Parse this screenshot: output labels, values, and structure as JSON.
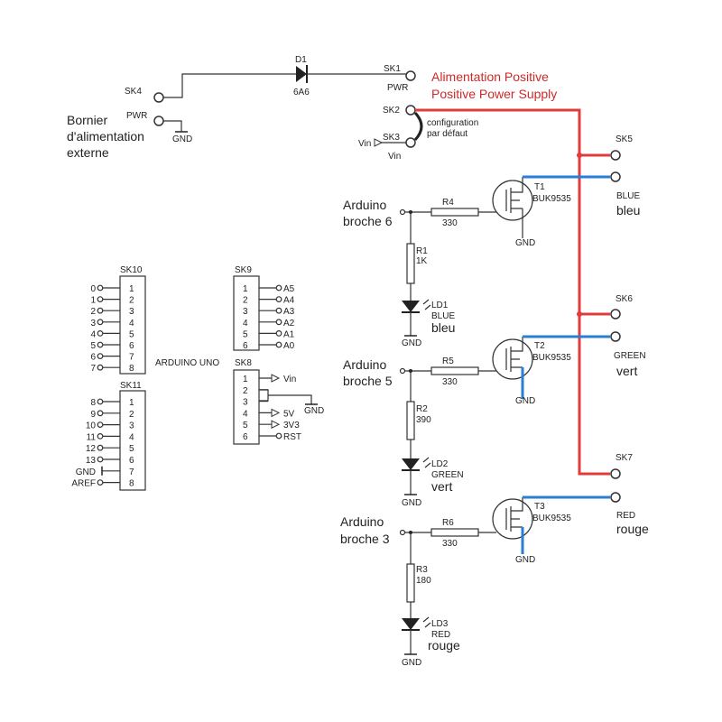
{
  "power": {
    "sk4": "SK4",
    "sk4_pwr": "PWR",
    "sk4_gnd": "GND",
    "bornier": [
      "Bornier",
      "d'alimentation",
      "externe"
    ],
    "d1": "D1",
    "d1_value": "6A6",
    "sk1": "SK1",
    "sk1_pwr": "PWR",
    "supply": [
      "Alimentation Positive",
      "Positive Power Supply"
    ],
    "sk2": "SK2",
    "sk3": "SK3",
    "config": [
      "configuration",
      "par défaut"
    ],
    "vin_left": "Vin",
    "vin_right": "Vin"
  },
  "channels": [
    {
      "arduino": [
        "Arduino",
        "broche 6"
      ],
      "rgate": "R4",
      "rgate_value": "330",
      "rled": "R1",
      "rled_value": "1K",
      "led": "LD1",
      "led_color_en": "BLUE",
      "led_color_fr": "bleu",
      "fet": "T1",
      "fet_part": "BUK9535",
      "fet_gnd": "GND",
      "sk": "SK5",
      "sk_color_en": "BLUE",
      "sk_color_fr": "bleu",
      "led_gnd": "GND",
      "wire_color": "#2a7ed4"
    },
    {
      "arduino": [
        "Arduino",
        "broche 5"
      ],
      "rgate": "R5",
      "rgate_value": "330",
      "rled": "R2",
      "rled_value": "390",
      "led": "LD2",
      "led_color_en": "GREEN",
      "led_color_fr": "vert",
      "fet": "T2",
      "fet_part": "BUK9535",
      "fet_gnd": "GND",
      "sk": "SK6",
      "sk_color_en": "GREEN",
      "sk_color_fr": "vert",
      "led_gnd": "GND",
      "wire_color": "#2a7ed4"
    },
    {
      "arduino": [
        "Arduino",
        "broche 3"
      ],
      "rgate": "R6",
      "rgate_value": "330",
      "rled": "R3",
      "rled_value": "180",
      "led": "LD3",
      "led_color_en": "RED",
      "led_color_fr": "rouge",
      "fet": "T3",
      "fet_part": "BUK9535",
      "fet_gnd": "GND",
      "sk": "SK7",
      "sk_color_en": "RED",
      "sk_color_fr": "rouge",
      "led_gnd": "GND",
      "wire_color": "#2a7ed4"
    }
  ],
  "board": {
    "title": "ARDUINO UNO",
    "sk10": {
      "name": "SK10",
      "pins": [
        "1",
        "2",
        "3",
        "4",
        "5",
        "6",
        "7",
        "8"
      ],
      "labels": [
        "0",
        "1",
        "2",
        "3",
        "4",
        "5",
        "6",
        "7"
      ]
    },
    "sk11": {
      "name": "SK11",
      "pins": [
        "1",
        "2",
        "3",
        "4",
        "5",
        "6",
        "7",
        "8"
      ],
      "labels": [
        "8",
        "9",
        "10",
        "11",
        "12",
        "13",
        "GND",
        "AREF"
      ]
    },
    "sk9": {
      "name": "SK9",
      "pins": [
        "1",
        "2",
        "3",
        "4",
        "5",
        "6"
      ],
      "labels": [
        "A5",
        "A4",
        "A3",
        "A2",
        "A1",
        "A0"
      ]
    },
    "sk8": {
      "name": "SK8",
      "pins": [
        "1",
        "2",
        "3",
        "4",
        "5",
        "6"
      ],
      "labels": [
        "Vin",
        "",
        "",
        "5V",
        "3V3",
        "RST"
      ],
      "gnd": "GND"
    }
  },
  "colors": {
    "supply_rail": "#e03c3c",
    "channel_wire": "#2a7ed4",
    "ink": "#222222"
  }
}
